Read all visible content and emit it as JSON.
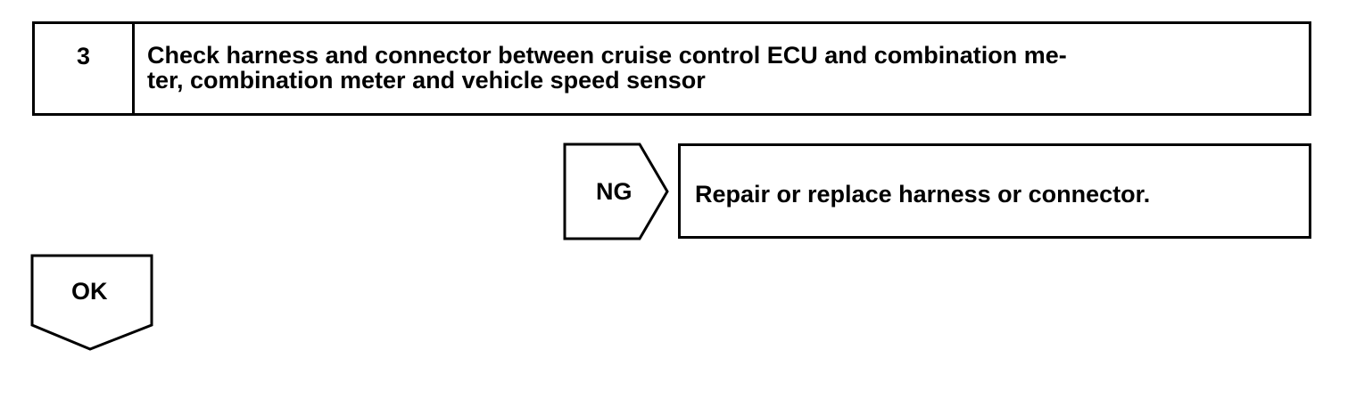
{
  "step": {
    "number": "3",
    "title_line1": "Check harness and connector between cruise control ECU and combination me-",
    "title_line2": "ter, combination meter and vehicle speed sensor"
  },
  "ng_branch": {
    "label": "NG",
    "result": "Repair or replace harness or connector."
  },
  "ok_branch": {
    "label": "OK"
  }
}
